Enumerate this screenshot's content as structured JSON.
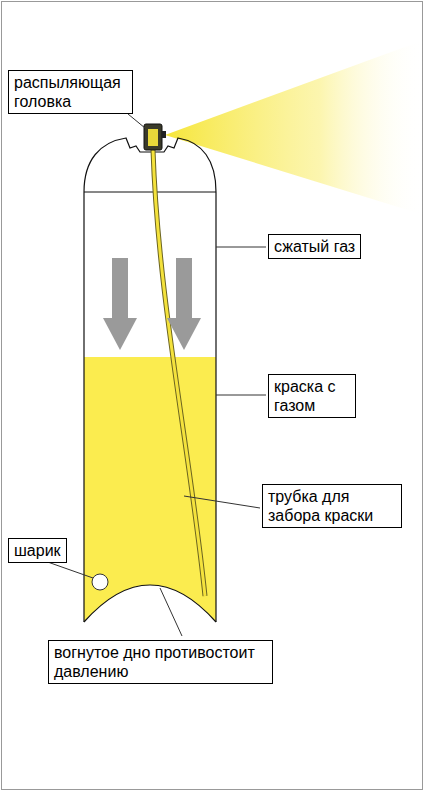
{
  "diagram": {
    "nodes": [
      {
        "text": [
          "распыляющая головка"
        ]
      },
      {
        "text": [
          "сжатый газ"
        ]
      },
      {
        "text": [
          "краска с газом"
        ]
      },
      {
        "text": [
          "трубка для забора краски"
        ]
      },
      {
        "text": [
          "шарик"
        ]
      },
      {
        "text": [
          "вогнутое дно противостоит давлению"
        ]
      }
    ]
  }
}
